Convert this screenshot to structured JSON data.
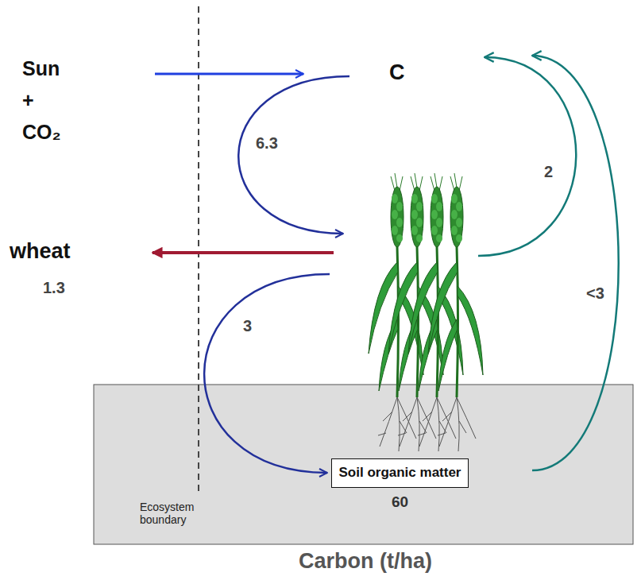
{
  "diagram": {
    "nodes": [
      {
        "text": [
          "Soil organic matter",
          "60"
        ]
      }
    ],
    "labels": [
      "Sun + CO₂",
      "C",
      "6.3",
      "wheat",
      "1.3",
      "2",
      "<3",
      "3",
      "Ecosystem boundary",
      "Carbon (t/ha)"
    ]
  }
}
